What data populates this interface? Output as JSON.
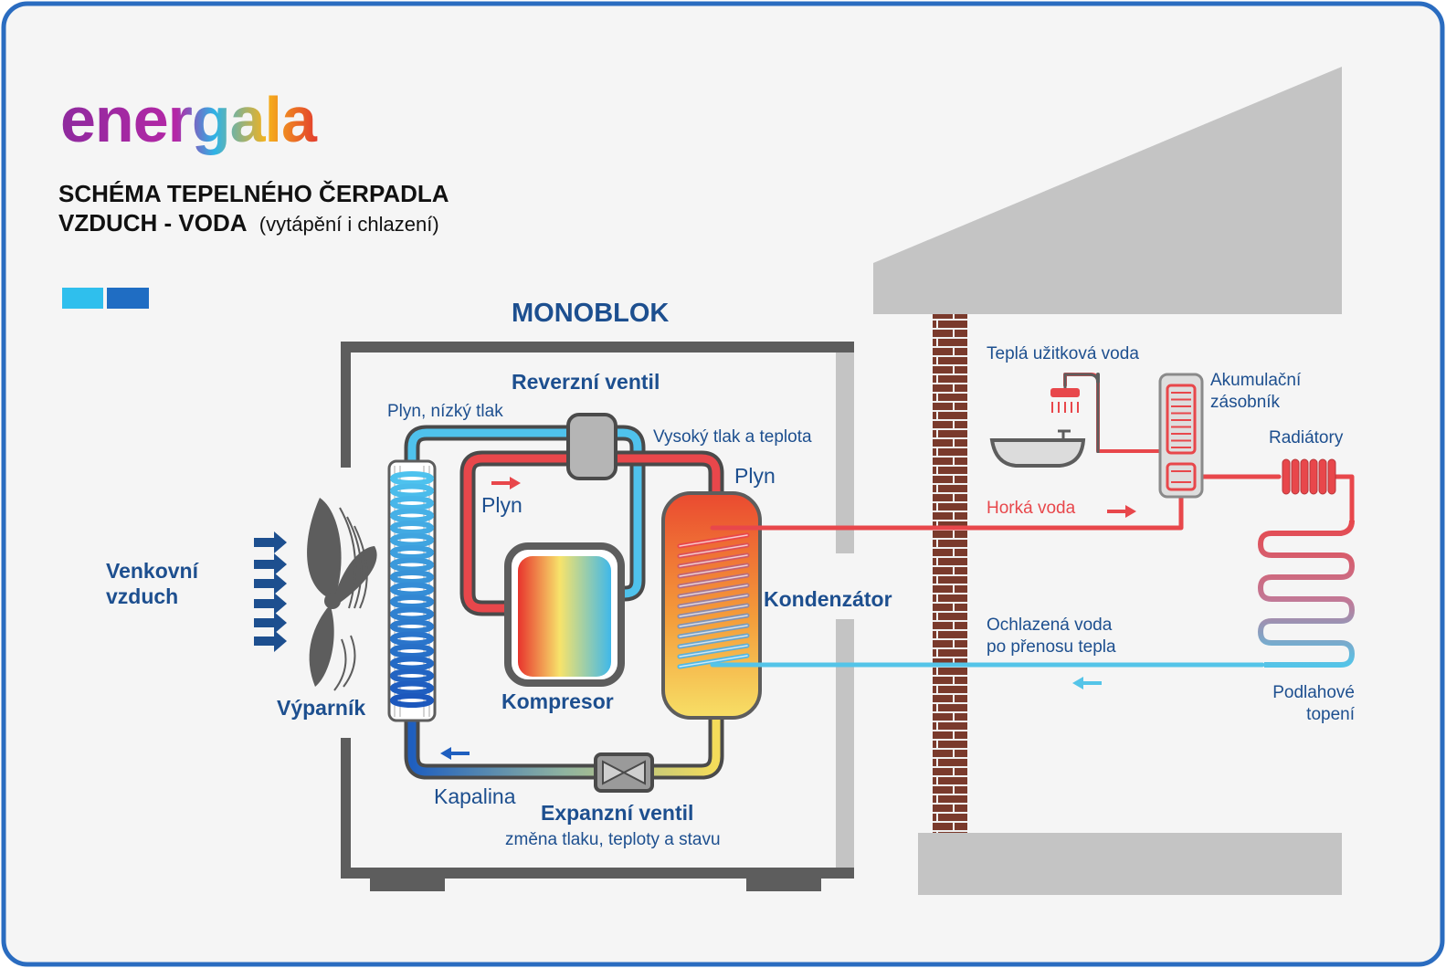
{
  "brand": {
    "logo_text": "energala"
  },
  "header": {
    "title_line1": "SCHÉMA TEPELNÉHO ČERPADLA",
    "title_line2": "VZDUCH - VODA",
    "title_suffix": "(vytápění i chlazení)"
  },
  "colors": {
    "border": "#2a6cc0",
    "background": "#f5f5f5",
    "dark_blue": "#1d4f8f",
    "hot_red": "#e8474b",
    "cold_blue": "#54c4e8",
    "gray": "#5a5a5a",
    "light_gray": "#c4c4c4",
    "brick": "#7a3a2c"
  },
  "monoblok": {
    "title": "MONOBLOK",
    "reverzni_ventil": "Reverzní ventil",
    "plyn_nizky_tlak": "Plyn, nízký tlak",
    "vysoky_tlak": "Vysoký tlak a teplota",
    "plyn_right": "Plyn",
    "plyn_inner": "Plyn",
    "kondenzator": "Kondenzátor",
    "kompresor": "Kompresor",
    "vyparnik": "Výparník",
    "kapalina": "Kapalina",
    "expanzni_ventil": "Expanzní ventil",
    "expanzni_sub": "změna tlaku, teploty a stavu"
  },
  "outside": {
    "venkovni_line1": "Venkovní",
    "venkovni_line2": "vzduch"
  },
  "house": {
    "tepla_voda": "Teplá užitková voda",
    "akumulacni_line1": "Akumulační",
    "akumulacni_line2": "zásobník",
    "radiatory": "Radiátory",
    "horka_voda": "Horká voda",
    "ochlazena_line1": "Ochlazená voda",
    "ochlazena_line2": "po přenosu tepla",
    "podlahove_line1": "Podlahové",
    "podlahove_line2": "topení"
  }
}
